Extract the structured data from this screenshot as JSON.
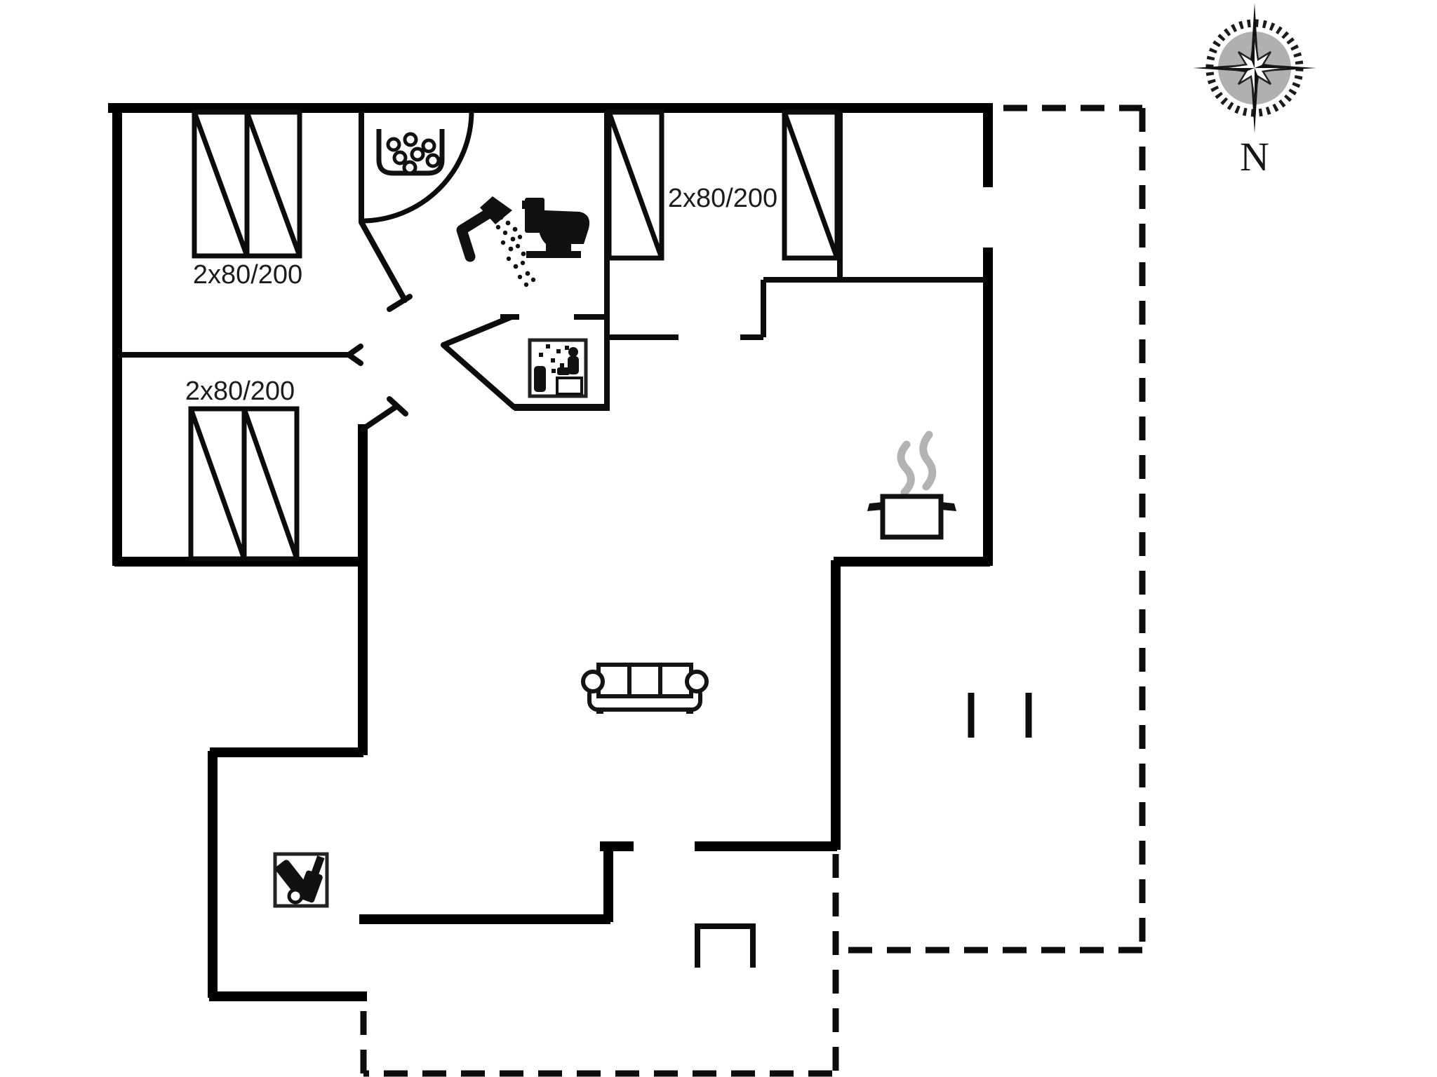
{
  "plan": {
    "type": "house-floor-plan",
    "labels": {
      "bed_top_left": "2x80/200",
      "bed_top_middle": "2x80/200",
      "bed_bottom_left": "2x80/200",
      "compass_north": "N"
    },
    "icons": [
      "compass-rose-icon",
      "double-bed-icon",
      "washbasin-icon",
      "shower-icon",
      "toilet-icon",
      "sauna-icon",
      "cooking-pot-icon",
      "sofa-icon",
      "utility-tools-icon"
    ],
    "colors": {
      "wall": "#000000",
      "line": "#111111",
      "background": "#ffffff",
      "steam": "#b3b3b3",
      "compass_disc": "#b0b0b0",
      "text": "#1c1c1c"
    }
  }
}
